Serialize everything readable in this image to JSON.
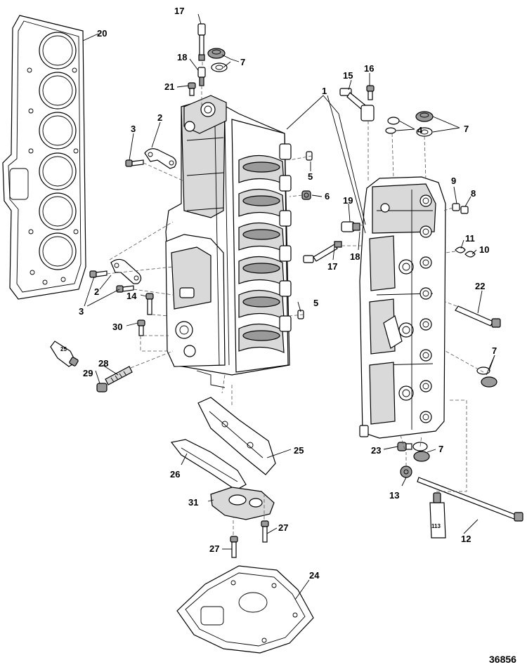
{
  "figure_id": "36856",
  "callouts": {
    "c1": "1",
    "c2a": "2",
    "c2b": "2",
    "c3a": "3",
    "c3b": "3",
    "c4": "4",
    "c5a": "5",
    "c5b": "5",
    "c6": "6",
    "c7a": "7",
    "c7b": "7",
    "c7c": "7",
    "c7d": "7",
    "c8": "8",
    "c9": "9",
    "c10": "10",
    "c11": "11",
    "c12": "12",
    "c13": "13",
    "c14": "14",
    "c15": "15",
    "c16": "16",
    "c17a": "17",
    "c17b": "17",
    "c18a": "18",
    "c18b": "18",
    "c19": "19",
    "c20": "20",
    "c21": "21",
    "c22": "22",
    "c23": "23",
    "c24": "24",
    "c25": "25",
    "c26": "26",
    "c27a": "27",
    "c27b": "27",
    "c28": "28",
    "c29": "29",
    "c30": "30",
    "c31": "31"
  },
  "tube_labels": {
    "tube25": "25",
    "tube113": "113"
  }
}
